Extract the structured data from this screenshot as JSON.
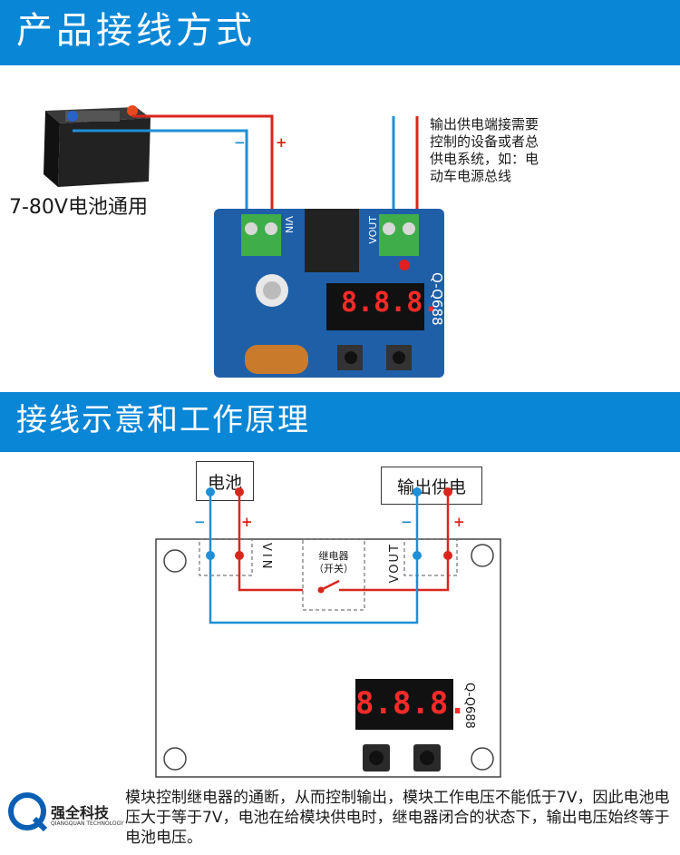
{
  "section1": {
    "title": "产品接线方式"
  },
  "section2": {
    "title": "接线示意和工作原理"
  },
  "wiring_photo": {
    "battery_label": "7-80V电池通用",
    "minus": "−",
    "plus": "+",
    "output_note": "输出供电端接需要控制的设备或者总供电系统，如：电动车电源总线",
    "vin_label": "VIN",
    "vout_label": "VOUT",
    "model_label": "Q-Q688",
    "display_digits": "8.8.8."
  },
  "schematic": {
    "battery_box": "电池",
    "output_box": "输出供电",
    "minus": "−",
    "plus": "+",
    "vin_label": "VIN",
    "vout_label": "VOUT",
    "relay_label_1": "继电器",
    "relay_label_2": "（开关）",
    "model_label": "Q-Q688",
    "display_digits": "8.8.8."
  },
  "footer": {
    "description": "模块控制继电器的通断，从而控制输出，模块工作电压不能低于7V，因此电池电压大于等于7V，电池在给模块供电时，继电器闭合的状态下，输出电压始终等于电池电压。",
    "brand_cn": "强全科技",
    "brand_en": "QIANGQUAN TECHNOLOGY"
  },
  "colors": {
    "banner": "#0a86d6",
    "wire_red": "#d9261c",
    "wire_blue": "#1f8fd6",
    "pcb": "#1f5fa8",
    "terminal": "#3fae4a"
  }
}
